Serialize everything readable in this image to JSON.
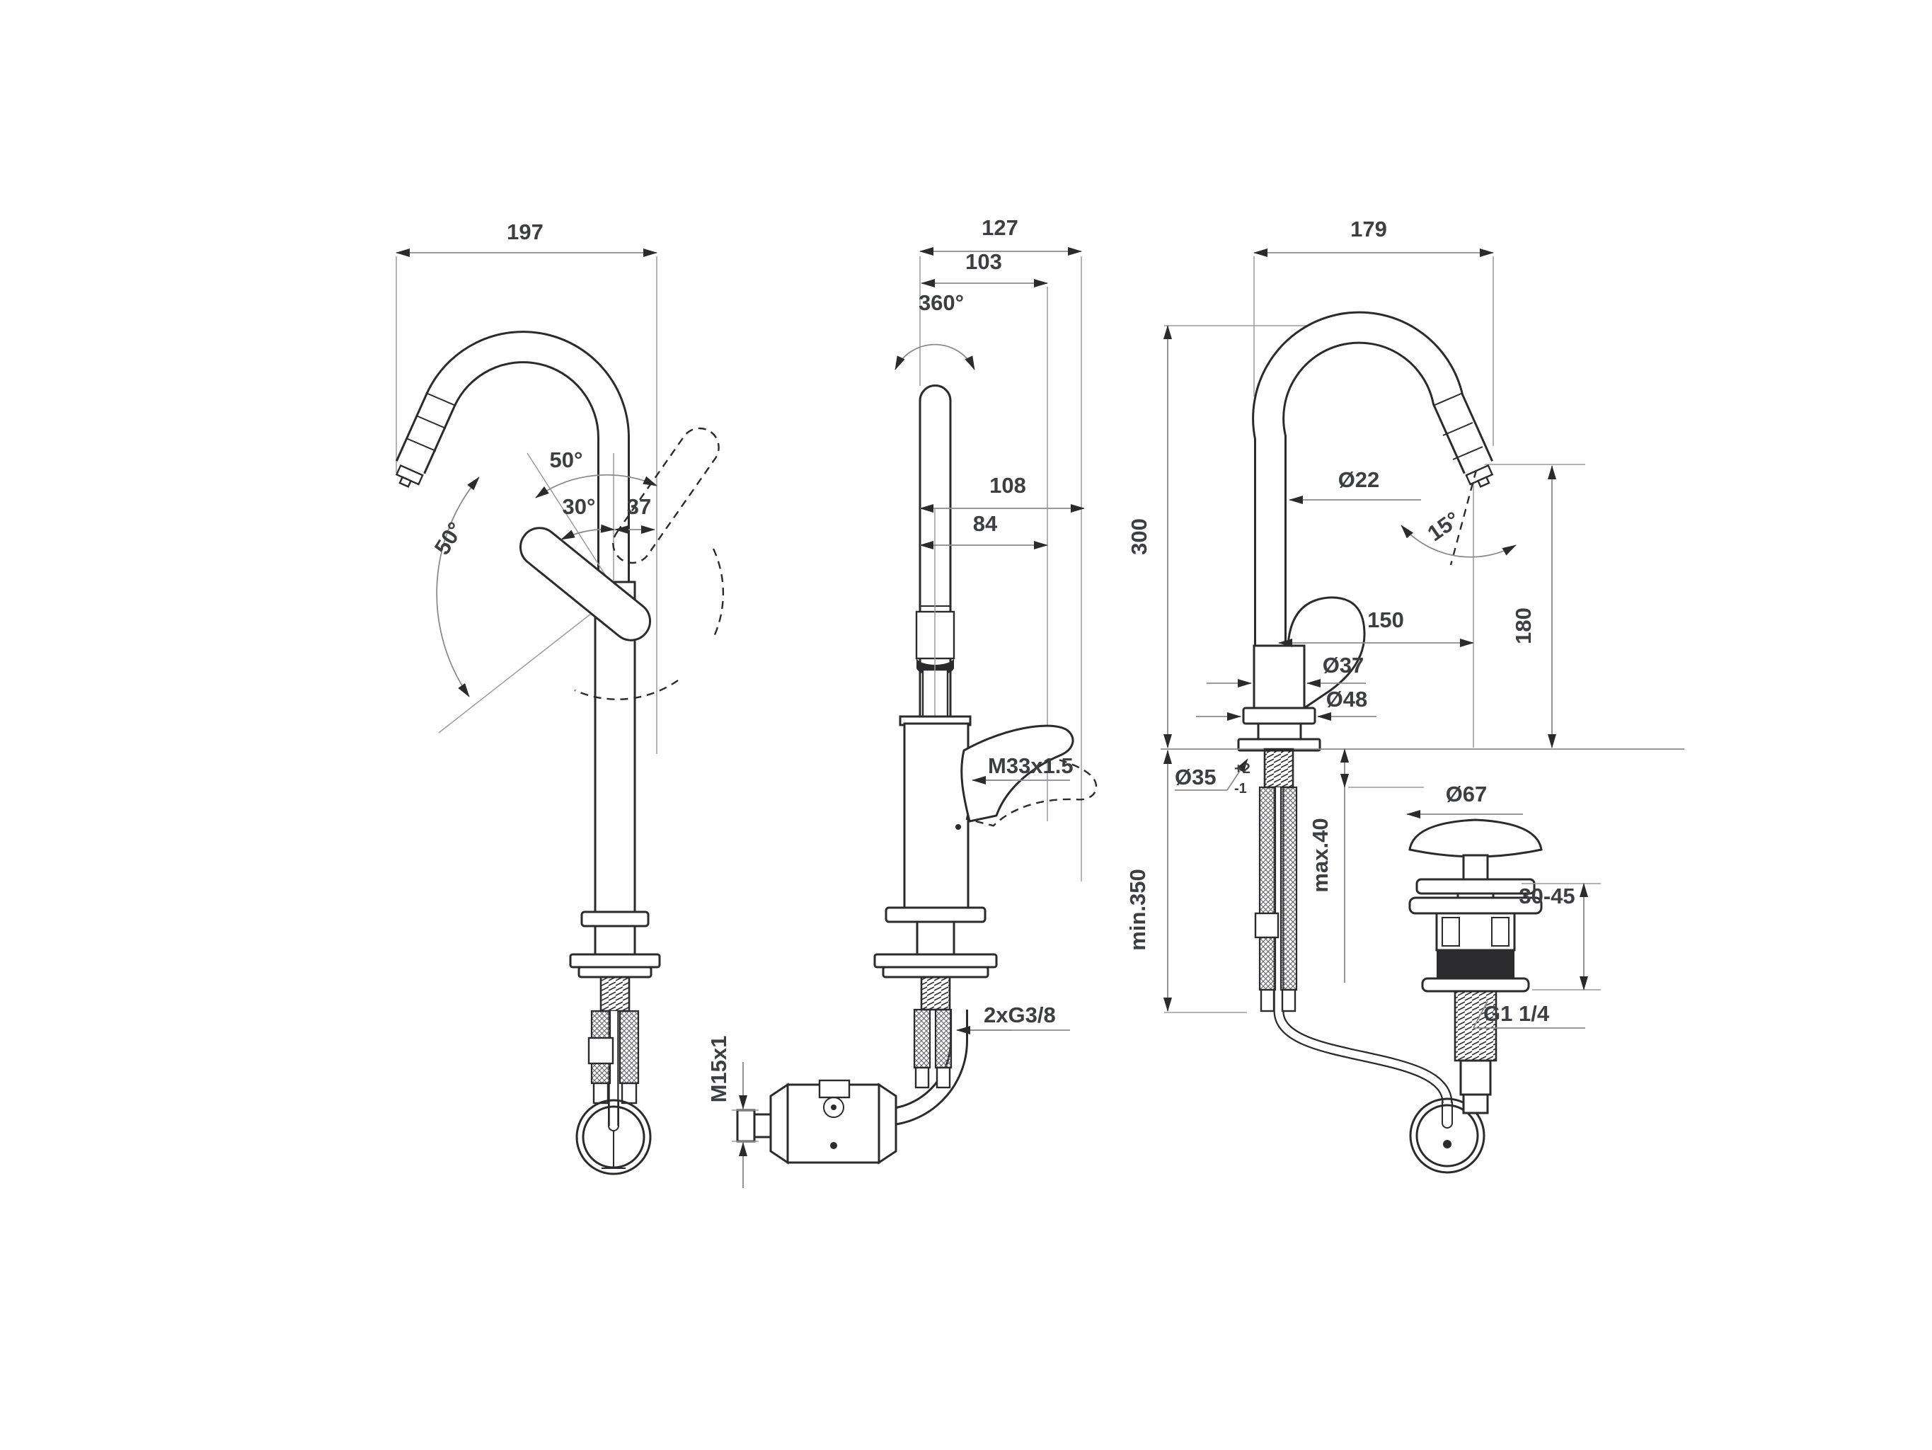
{
  "page": {
    "background": "#ffffff",
    "type": "technical-dimension-drawing",
    "subject": "single-lever basin mixer with high swivel spout and pop-up waste"
  },
  "colors": {
    "outline": "#2b2b2e",
    "dimension_line": "#8a8b8e",
    "extension_line": "#9a9b9e",
    "label_text": "#3d3e41",
    "background": "#ffffff"
  },
  "views": {
    "left": {
      "labels": {
        "overall_width": "197",
        "handle_angle_top": "50°",
        "handle_angle_mid": "30°",
        "handle_offset": "37",
        "handle_angle_side": "50°"
      }
    },
    "front": {
      "labels": {
        "overall_width": "127",
        "inner_width": "103",
        "swivel_range": "360°",
        "lever_reach_max": "108",
        "lever_reach": "84",
        "body_thread": "M33x1.5",
        "supply_connection": "2xG3/8",
        "hose_thread": "M15x1"
      }
    },
    "right": {
      "labels": {
        "overall_width": "179",
        "spout_diameter": "Ø22",
        "outlet_angle": "15°",
        "height_above_deck": "300",
        "spout_reach": "150",
        "outlet_height": "180",
        "body_diameter": "Ø37",
        "base_diameter": "Ø48",
        "hole_diameter": "Ø35",
        "hole_tolerance_plus": "+2",
        "hole_tolerance_minus": "-1",
        "hose_length": "min.350",
        "deck_thickness": "max.40"
      }
    },
    "waste": {
      "labels": {
        "cap_diameter": "Ø67",
        "mounting_range": "30-45",
        "outlet_thread": "G1 1/4"
      }
    }
  }
}
